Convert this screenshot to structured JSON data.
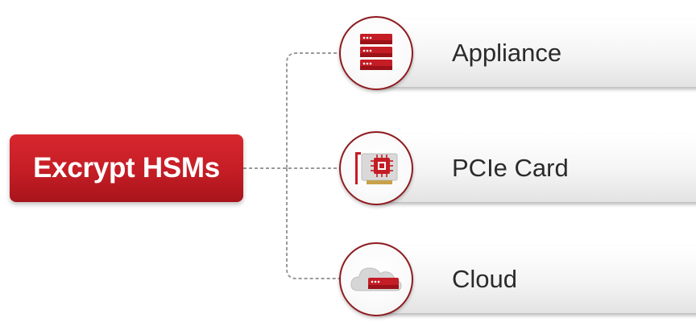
{
  "root": {
    "label": "Excrypt HSMs"
  },
  "items": [
    {
      "label": "Appliance",
      "icon": "server-rack-icon"
    },
    {
      "label": "PCIe Card",
      "icon": "pcie-card-icon"
    },
    {
      "label": "Cloud",
      "icon": "cloud-server-icon"
    }
  ],
  "colors": {
    "brand_red": "#c41d25",
    "dark_red": "#8e1a1e",
    "connector_gray": "#9a9a9a",
    "label_text": "#2b2b2b"
  }
}
